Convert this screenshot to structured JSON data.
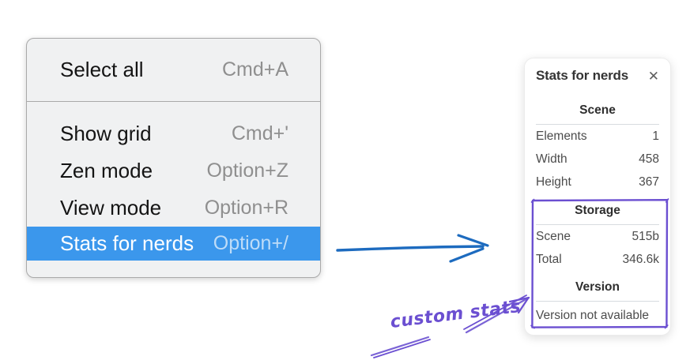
{
  "menu": {
    "items": [
      {
        "label": "Select all",
        "shortcut": "Cmd+A",
        "highlighted": false
      },
      {
        "label": "Show grid",
        "shortcut": "Cmd+'",
        "highlighted": false
      },
      {
        "label": "Zen mode",
        "shortcut": "Option+Z",
        "highlighted": false
      },
      {
        "label": "View mode",
        "shortcut": "Option+R",
        "highlighted": false
      },
      {
        "label": "Stats for nerds",
        "shortcut": "Option+/",
        "highlighted": true
      }
    ]
  },
  "panel": {
    "title": "Stats for nerds",
    "close_icon": "✕",
    "sections": {
      "scene": {
        "heading": "Scene",
        "rows": [
          {
            "label": "Elements",
            "value": "1"
          },
          {
            "label": "Width",
            "value": "458"
          },
          {
            "label": "Height",
            "value": "367"
          }
        ]
      },
      "storage": {
        "heading": "Storage",
        "rows": [
          {
            "label": "Scene",
            "value": "515b"
          },
          {
            "label": "Total",
            "value": "346.6k"
          }
        ]
      },
      "version": {
        "heading": "Version",
        "note": "Version not available"
      }
    }
  },
  "annotation": {
    "label": "custom stats"
  },
  "colors": {
    "menu_highlight": "#3b97ec",
    "menu_background": "#f0f1f2",
    "arrow_blue": "#1d6bbf",
    "annotation_purple": "#6b4fd1"
  }
}
